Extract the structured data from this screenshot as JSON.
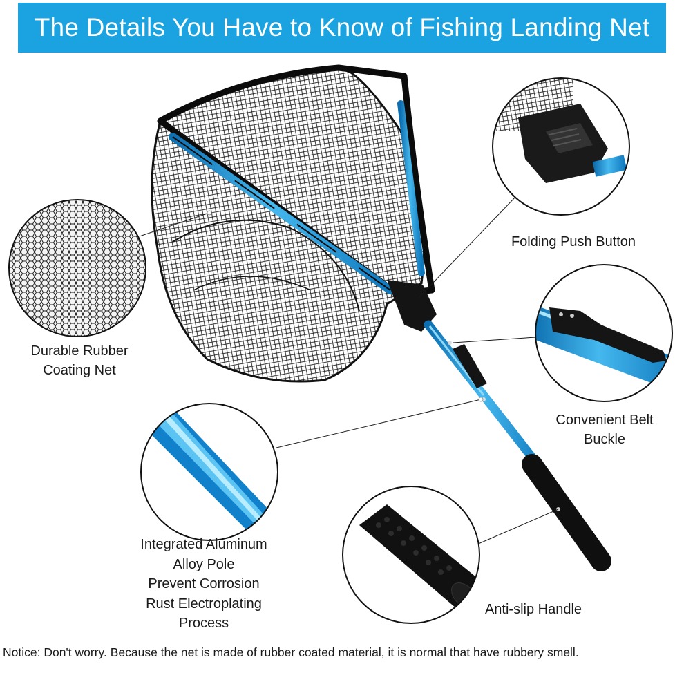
{
  "header": {
    "title": "The Details You Have to Know of Fishing Landing Net",
    "background": "#1aa3e0"
  },
  "callouts": {
    "net": {
      "lines": [
        "Durable Rubber",
        "Coating Net"
      ]
    },
    "button": {
      "lines": [
        "Folding Push Button"
      ]
    },
    "buckle": {
      "lines": [
        "Convenient Belt",
        "Buckle"
      ]
    },
    "pole": {
      "lines": [
        "Integrated Aluminum",
        "Alloy Pole",
        "Prevent Corrosion",
        "Rust Electroplating",
        "Process"
      ]
    },
    "handle": {
      "lines": [
        "Anti-slip Handle"
      ]
    }
  },
  "notice": "Notice: Don't worry. Because the net is made of rubber coated material, it is normal that have rubbery smell.",
  "colors": {
    "pole": "#1e8fd6",
    "pole_light": "#6cc8f2",
    "handle": "#111111",
    "net": "#1b1b1b"
  }
}
